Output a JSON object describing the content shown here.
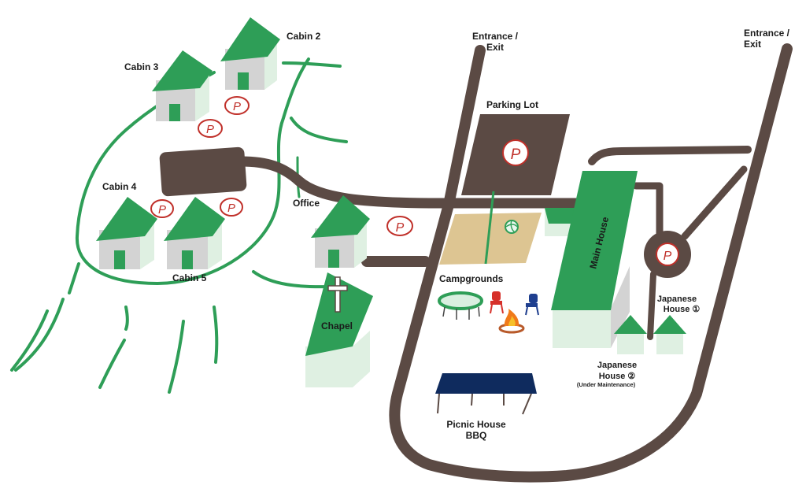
{
  "map": {
    "labels": {
      "entrance_left": [
        "Entrance /",
        "Exit"
      ],
      "entrance_right": [
        "Entrance /",
        "Exit"
      ],
      "parking_lot": "Parking Lot",
      "cabin2": "Cabin 2",
      "cabin3": "Cabin 3",
      "cabin4": "Cabin 4",
      "cabin5": "Cabin 5",
      "office": "Office",
      "chapel": "Chapel",
      "main_house": "Main House",
      "campgrounds": "Campgrounds",
      "picnic": [
        "Picnic House",
        "BBQ"
      ],
      "japanese1": [
        "Japanese",
        "House ①"
      ],
      "japanese2": [
        "Japanese",
        "House ②"
      ],
      "japanese2_note": "(Under Maintenance)"
    },
    "parking_symbol": "P",
    "colors": {
      "road": "#5b4a44",
      "roof": "#2e9e57",
      "wall": "#d3d3d3",
      "wall_shade": "#e8e8e8",
      "accent_wall": "#dff0e2",
      "parking_red": "#c0302a",
      "campground_sand": "#ddc592",
      "table_blue": "#0f2b5e"
    },
    "icons": [
      "parking-icon",
      "cross-icon",
      "trampoline-icon",
      "chair-icon",
      "campfire-icon",
      "volleyball-icon",
      "picnic-table-icon",
      "house-icon"
    ]
  }
}
